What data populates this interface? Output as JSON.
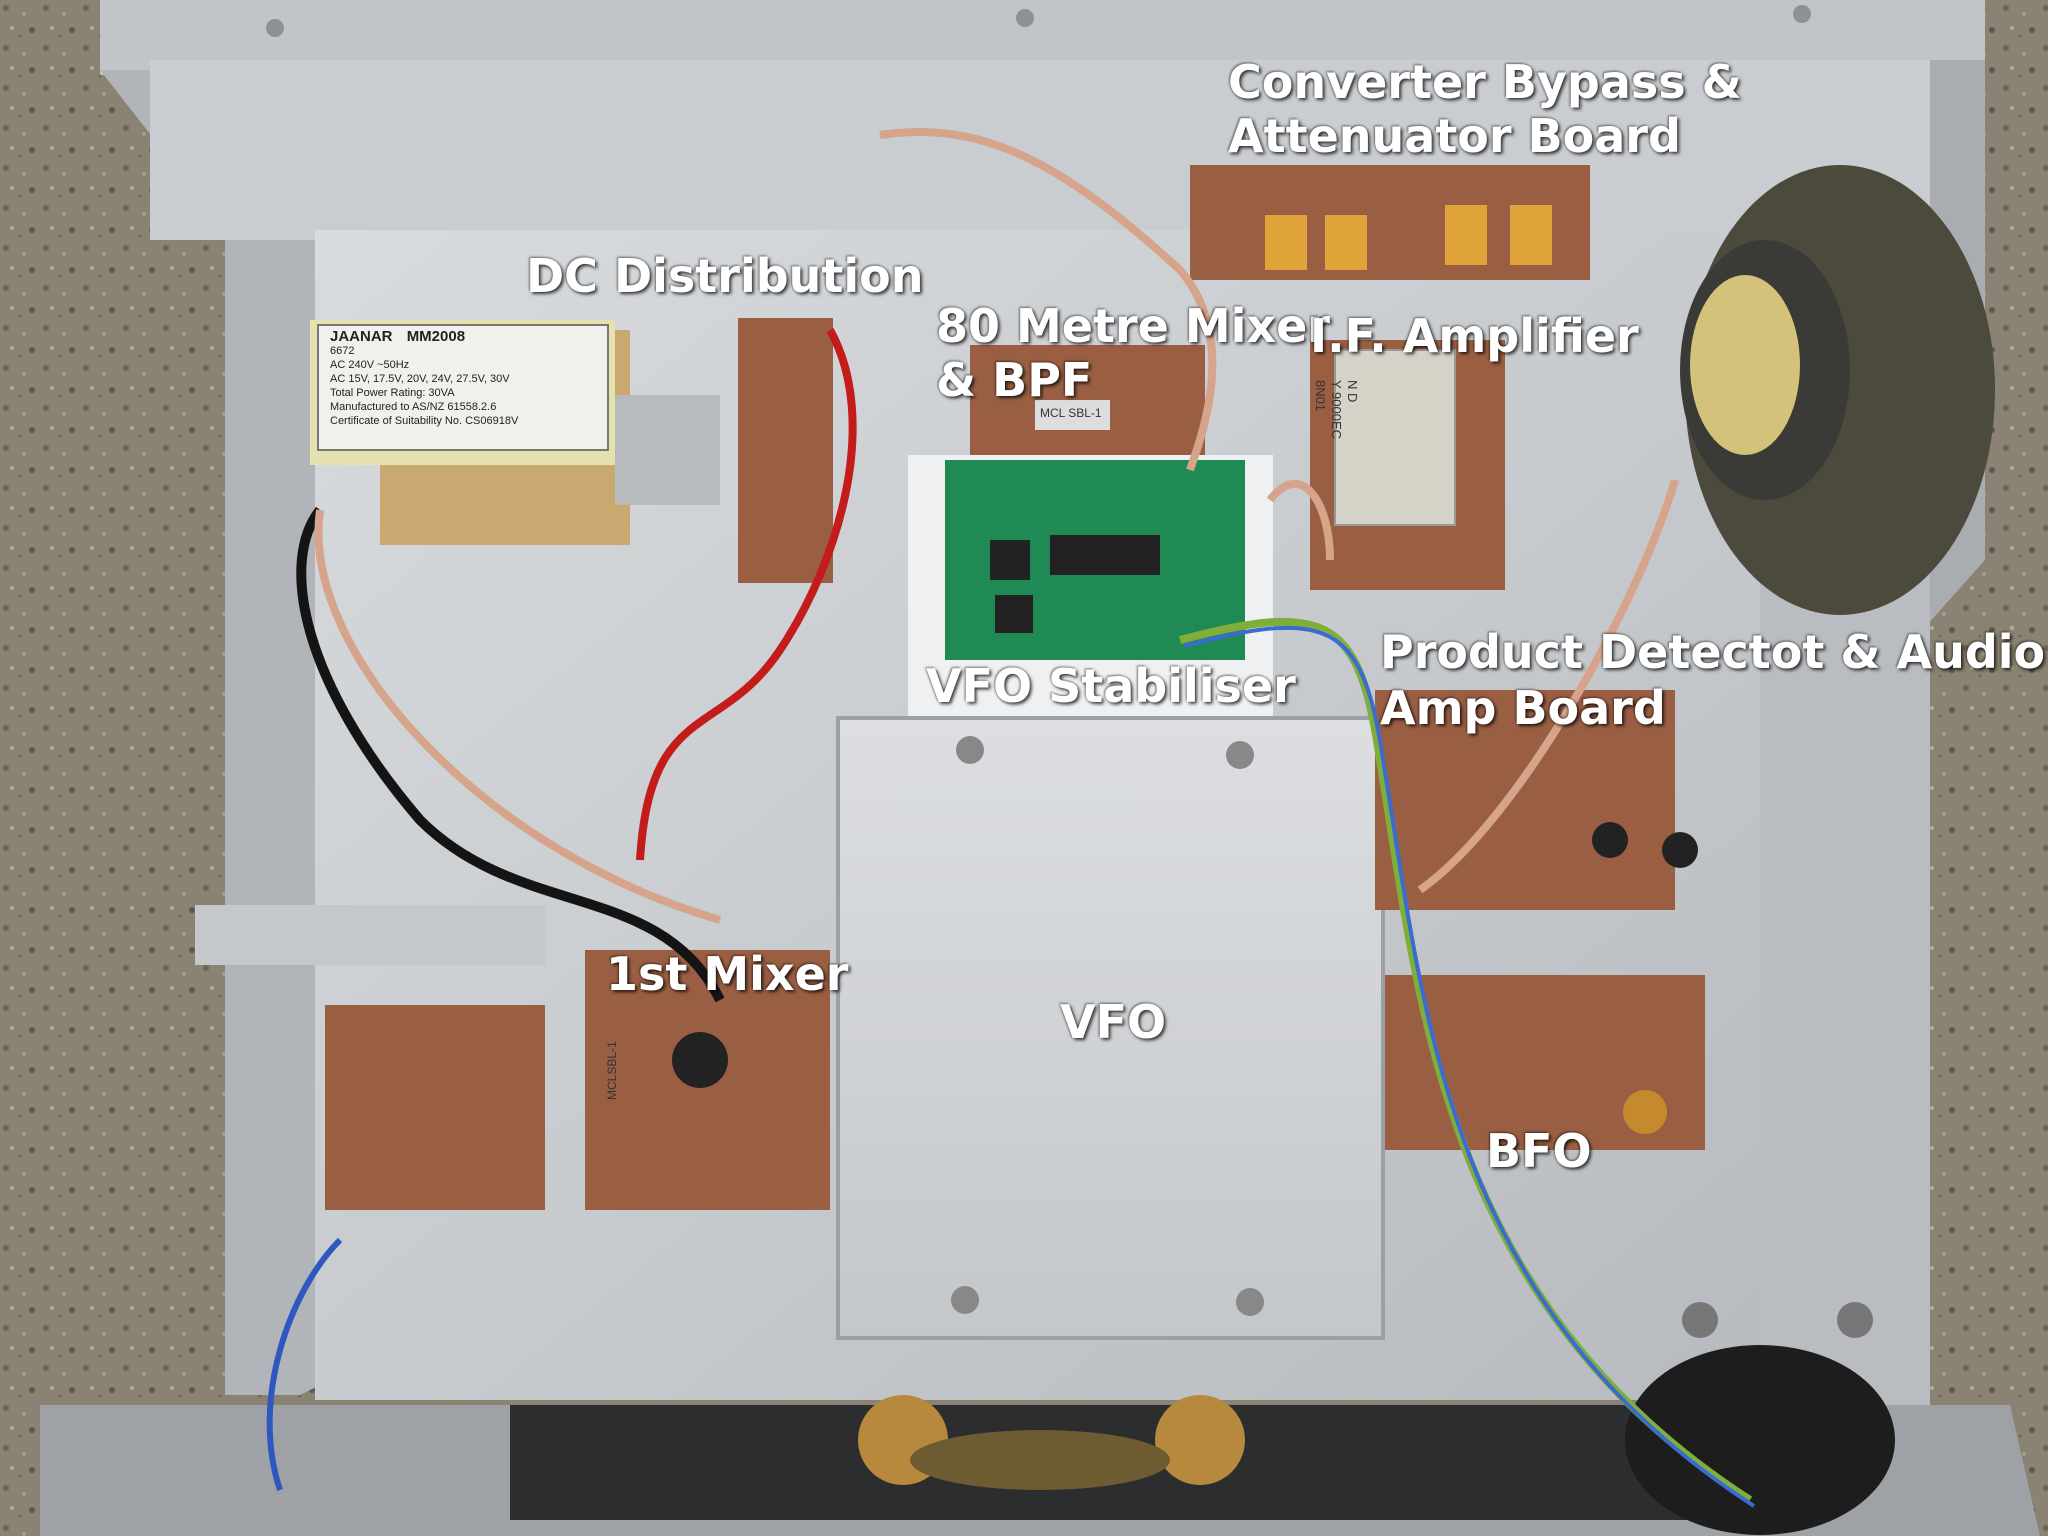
{
  "image": {
    "subject": "Top view inside an open homebuilt receiver chassis with labelled circuit boards",
    "colors": {
      "ground": "#8c8474",
      "chassis": "#c9ccd0",
      "vfo_box": "#d4d6d9",
      "pcb_brown": "#9a5f43",
      "pcb_green": "#1f8a54",
      "label_text": "#ffffff"
    }
  },
  "labels": {
    "converter_bypass_line1": "Converter Bypass &",
    "converter_bypass_line2": "Attenuator Board",
    "dc_distribution": "DC Distribution",
    "metre_mixer_line1": "80 Metre Mixer",
    "metre_mixer_line2": "& BPF",
    "if_amplifier": "I.F. Amplifier",
    "vfo_stabiliser": "VFO Stabiliser",
    "product_detector_line1": "Product Detectot & Audio",
    "product_detector_line2": "Amp Board",
    "first_mixer": "1st Mixer",
    "vfo": "VFO",
    "bfo": "BFO"
  },
  "component_text": {
    "transformer_brand": "JAANAR",
    "transformer_model": "MM2008",
    "transformer_type": "6672",
    "transformer_primary": "AC 240V ~50Hz",
    "transformer_secondary": "AC 15V, 17.5V, 20V, 24V, 27.5V, 30V",
    "transformer_rating": "Total Power Rating: 30VA",
    "transformer_standard": "Manufactured to AS/NZ 61558.2.6",
    "transformer_cert": "Certificate of Suitability No. CS06918V",
    "mixer_module_1": "MCL SBL-1",
    "mixer_module_2": "MCLSBL-1",
    "filter_can": "N D\nY 9000EC\n8N01"
  }
}
